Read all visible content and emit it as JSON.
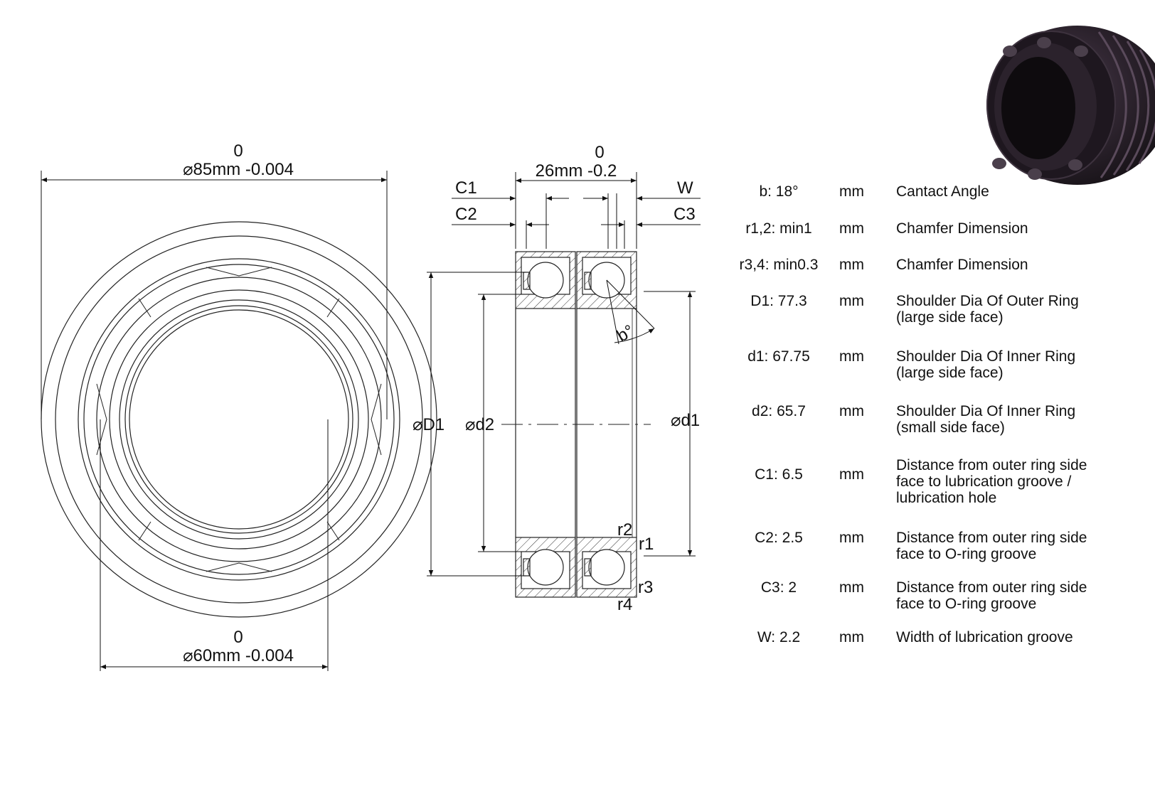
{
  "outer_dia": {
    "upper_dev": "0",
    "value": "85mm -0.004"
  },
  "inner_dia": {
    "upper_dev": "0",
    "value": "60mm -0.004"
  },
  "width": {
    "upper_dev": "0",
    "value": "26mm -0.2"
  },
  "section_labels": {
    "C1": "C1",
    "C2": "C2",
    "C3": "C3",
    "W": "W",
    "D1": "D1",
    "d2": "d2",
    "d1": "d1",
    "b": "b°",
    "r1": "r1",
    "r2": "r2",
    "r3": "r3",
    "r4": "r4"
  },
  "specs": [
    {
      "symbol": "b:    18°",
      "unit": "mm",
      "desc": "Cantact Angle"
    },
    {
      "symbol": "r1,2: min1",
      "unit": "mm",
      "desc": "Chamfer Dimension"
    },
    {
      "symbol": "r3,4: min0.3",
      "unit": "mm",
      "desc": "Chamfer Dimension"
    },
    {
      "symbol": "D1: 77.3",
      "unit": "mm",
      "desc": "Shoulder Dia Of Outer Ring\n(large side face)"
    },
    {
      "symbol": "d1: 67.75",
      "unit": "mm",
      "desc": "Shoulder Dia Of Inner Ring\n(large side face)"
    },
    {
      "symbol": "d2: 65.7",
      "unit": "mm",
      "desc": "Shoulder Dia Of Inner Ring\n(small side face)"
    },
    {
      "symbol": "C1: 6.5",
      "unit": "mm",
      "desc": "Distance from outer ring side\nface to lubrication groove /\nlubrication hole"
    },
    {
      "symbol": "C2: 2.5",
      "unit": "mm",
      "desc": "Distance from outer ring side\nface to O-ring groove"
    },
    {
      "symbol": "C3: 2",
      "unit": "mm",
      "desc": "Distance from outer ring side\nface to O-ring groove"
    },
    {
      "symbol": "W:  2.2",
      "unit": "mm",
      "desc": "Width of lubrication groove"
    }
  ]
}
